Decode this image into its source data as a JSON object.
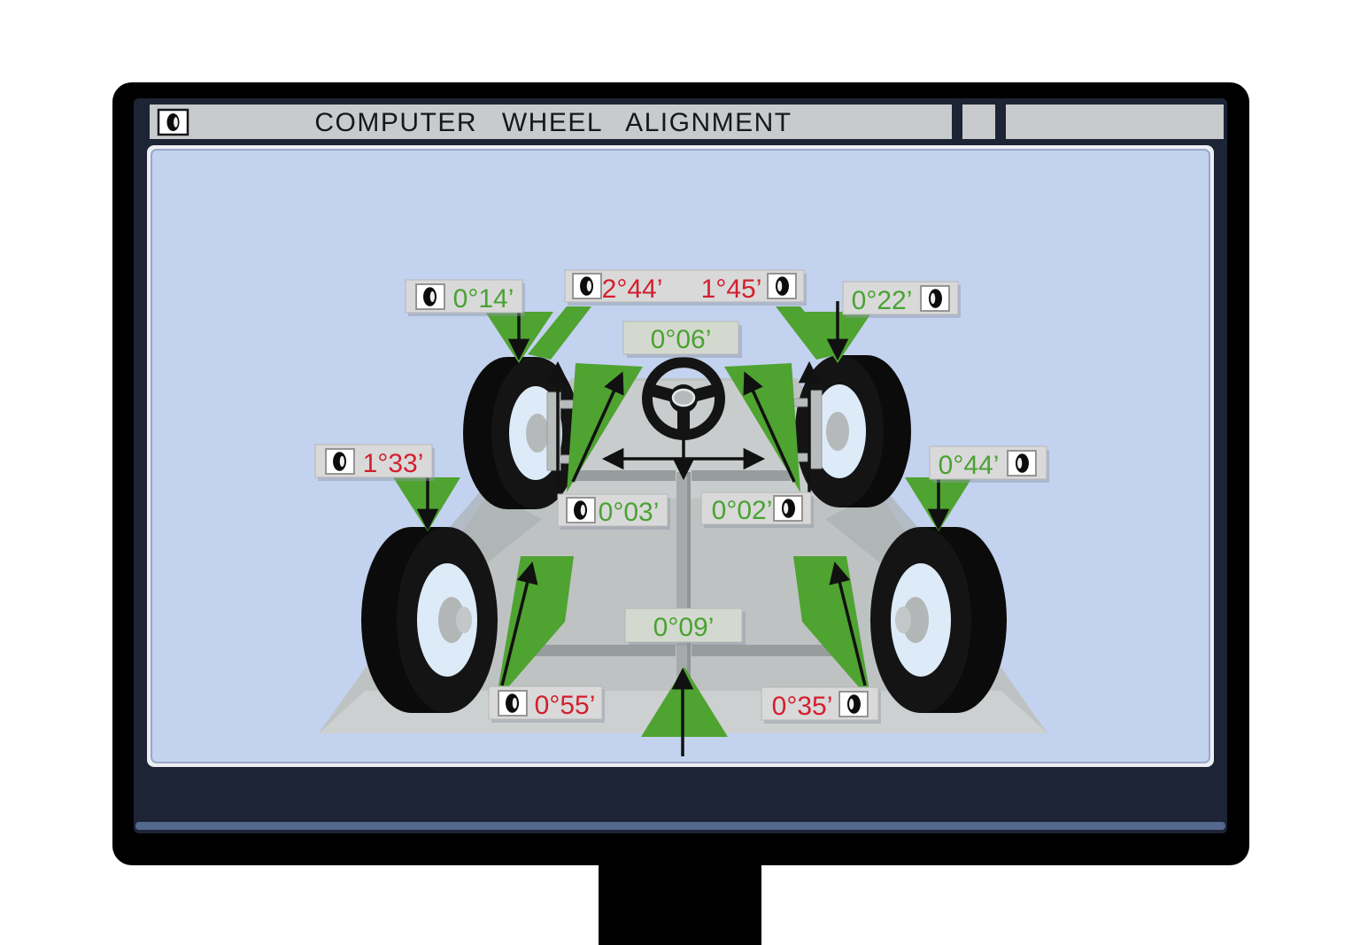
{
  "window": {
    "title": "COMPUTER WHEEL ALIGNMENT"
  },
  "icons": {
    "titlebar_left": "tire-icon",
    "titlebar_button": "window-button",
    "label_marker": "tire-icon"
  },
  "colors": {
    "ok_green_text": "#4aa233",
    "error_red_text": "#d31f2e",
    "indicator_green": "#4fa331",
    "screen_blue": "#c3d2ee",
    "bezel_navy": "#1c2435",
    "titlebar_gray": "#c9cacc",
    "platform_gray": "#bec2c2",
    "label_bg": "#d9d9d9",
    "label_bg_tinted": "#d4d9cf"
  },
  "measurements": {
    "front_left_camber": {
      "value": "0°14’",
      "color": "#4aa233",
      "status": "ok"
    },
    "front_toe_left": {
      "value": "2°44’",
      "color": "#d31f2e",
      "status": "error"
    },
    "front_toe_right": {
      "value": "1°45’",
      "color": "#d31f2e",
      "status": "error"
    },
    "front_right_camber": {
      "value": "0°22’",
      "color": "#4aa233",
      "status": "ok"
    },
    "front_center_toe": {
      "value": "0°06’",
      "color": "#4aa233",
      "status": "ok"
    },
    "left_caster": {
      "value": "1°33’",
      "color": "#d31f2e",
      "status": "error"
    },
    "right_caster": {
      "value": "0°44’",
      "color": "#4aa233",
      "status": "ok"
    },
    "rear_left_toe": {
      "value": "0°03’",
      "color": "#4aa233",
      "status": "ok"
    },
    "rear_right_toe": {
      "value": "0°02’",
      "color": "#4aa233",
      "status": "ok"
    },
    "thrust_angle": {
      "value": "0°09’",
      "color": "#4aa233",
      "status": "ok"
    },
    "rear_left_camber": {
      "value": "0°55’",
      "color": "#d31f2e",
      "status": "error"
    },
    "rear_right_camber": {
      "value": "0°35’",
      "color": "#d31f2e",
      "status": "error"
    }
  }
}
